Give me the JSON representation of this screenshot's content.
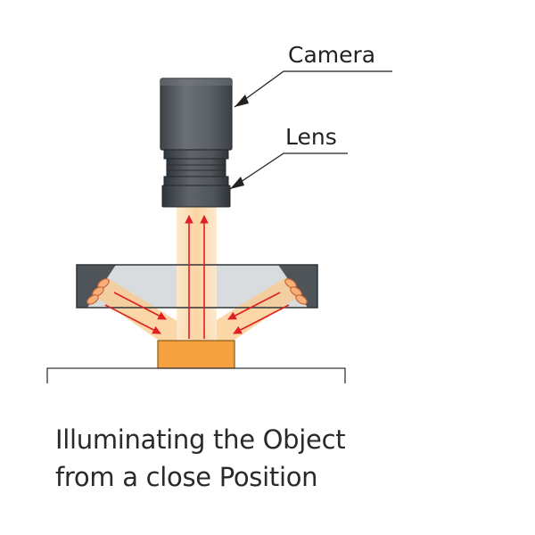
{
  "labels": {
    "camera": "Camera",
    "lens": "Lens"
  },
  "caption": {
    "line1": "Illuminating the Object",
    "line2": "from a close Position"
  },
  "colors": {
    "camera_body": "#545a5f",
    "lens_body": "#4a5056",
    "light_beam": "#fbd9ab",
    "object": "#f5a13f",
    "arrow": "#e02020",
    "housing": "#4f5458",
    "glass": "#d4d7d9"
  }
}
